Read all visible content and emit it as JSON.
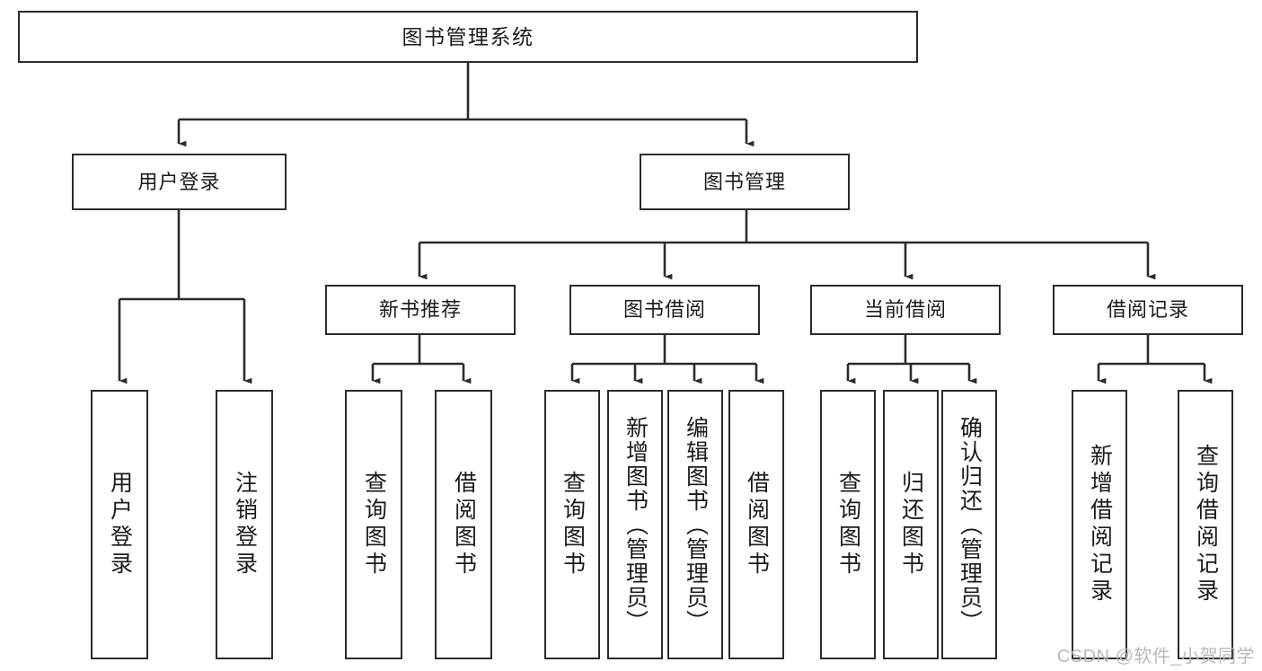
{
  "diagram": {
    "title": "图书管理系统",
    "watermark": "CSDN @软件_小贺同学",
    "line_color": "#2b2b2b",
    "background": "#ffffff",
    "root": {
      "id": "root",
      "label": "图书管理系统"
    },
    "level1": [
      {
        "id": "user-login",
        "label": "用户登录"
      },
      {
        "id": "book-management",
        "label": "图书管理"
      }
    ],
    "level2": [
      {
        "id": "new-book-recommend",
        "label": "新书推荐",
        "parent": "book-management"
      },
      {
        "id": "book-borrow",
        "label": "图书借阅",
        "parent": "book-management"
      },
      {
        "id": "current-borrow",
        "label": "当前借阅",
        "parent": "book-management"
      },
      {
        "id": "borrow-record",
        "label": "借阅记录",
        "parent": "book-management"
      }
    ],
    "leaves": [
      {
        "id": "leaf-user-login",
        "label": "用户登录",
        "parent": "user-login"
      },
      {
        "id": "leaf-user-logout",
        "label": "注销登录",
        "parent": "user-login"
      },
      {
        "id": "leaf-query-book-1",
        "label": "查询图书",
        "parent": "new-book-recommend"
      },
      {
        "id": "leaf-borrow-book-1",
        "label": "借阅图书",
        "parent": "new-book-recommend"
      },
      {
        "id": "leaf-query-book-2",
        "label": "查询图书",
        "parent": "book-borrow"
      },
      {
        "id": "leaf-add-book",
        "label": "新增图书（管理员）",
        "parent": "book-borrow"
      },
      {
        "id": "leaf-edit-book",
        "label": "编辑图书（管理员）",
        "parent": "book-borrow"
      },
      {
        "id": "leaf-borrow-book-2",
        "label": "借阅图书",
        "parent": "book-borrow"
      },
      {
        "id": "leaf-query-book-3",
        "label": "查询图书",
        "parent": "current-borrow"
      },
      {
        "id": "leaf-return-book",
        "label": "归还图书",
        "parent": "current-borrow"
      },
      {
        "id": "leaf-confirm-return",
        "label": "确认归还（管理员）",
        "parent": "current-borrow"
      },
      {
        "id": "leaf-add-record",
        "label": "新增借阅记录",
        "parent": "borrow-record"
      },
      {
        "id": "leaf-query-record",
        "label": "查询借阅记录",
        "parent": "borrow-record"
      }
    ]
  }
}
